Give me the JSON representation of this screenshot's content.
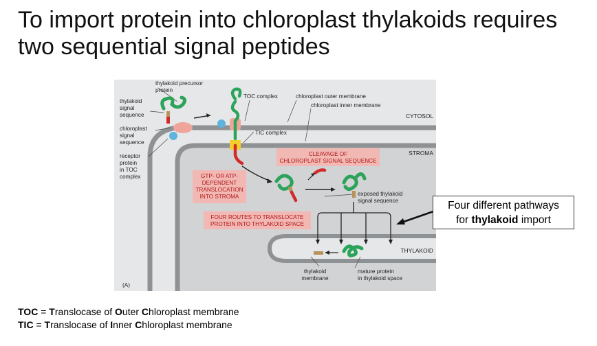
{
  "title": {
    "line1": "To import protein into chloroplast thylakoids requires",
    "line2": "two sequential signal peptides"
  },
  "figure": {
    "panel_label": "(A)",
    "labels": {
      "thylakoid_precursor_protein": [
        "thylakoid precursor",
        "protein"
      ],
      "thylakoid_signal_sequence": [
        "thylakoid",
        "signal",
        "sequence"
      ],
      "chloroplast_signal_sequence": [
        "chloroplast",
        "signal",
        "sequence"
      ],
      "receptor_protein": [
        "receptor",
        "protein",
        "in TOC",
        "complex"
      ],
      "toc_complex": "TOC complex",
      "tic_complex": "TIC complex",
      "outer_membrane": "chloroplast outer membrane",
      "inner_membrane": "chloroplast inner membrane",
      "cytosol": "CYTOSOL",
      "stroma": "STROMA",
      "thylakoid": "THYLAKOID",
      "exposed_thylakoid_signal": [
        "exposed thylakoid",
        "signal sequence"
      ],
      "thylakoid_membrane": [
        "thylakoid",
        "membrane"
      ],
      "mature_protein": [
        "mature protein",
        "in thylakoid space"
      ]
    },
    "boxes": {
      "cleavage": [
        "CLEAVAGE OF",
        "CHLOROPLAST SIGNAL SEQUENCE"
      ],
      "translocation": [
        "GTP- OR ATP-",
        "DEPENDENT",
        "TRANSLOCATION",
        "INTO STROMA"
      ],
      "four_routes": [
        "FOUR ROUTES TO TRANSLOCATE",
        "PROTEIN INTO THYLAKOID SPACE"
      ]
    },
    "colors": {
      "membrane": "#8f9294",
      "background": "#e6e7e8",
      "interior": "#d2d3d5",
      "box": "#f2b8b4",
      "box_text": "#b01818",
      "protein": "#2ca35a",
      "signal_red": "#d12a2a",
      "signal_tan": "#b7925a",
      "receptor": "#5fb3de",
      "toc": "#f0a59a",
      "tic": "#f2cf2a"
    }
  },
  "callout": {
    "line1": "Four different pathways",
    "line2_pre": "for ",
    "line2_bold": "thylakoid",
    "line2_post": " import"
  },
  "definitions": [
    {
      "abbr": "TOC",
      "eq": " = ",
      "parts": [
        [
          "T",
          "ranslocase of "
        ],
        [
          "O",
          "uter "
        ],
        [
          "C",
          "hloroplast membrane"
        ]
      ]
    },
    {
      "abbr": "TIC",
      "eq": " = ",
      "parts": [
        [
          "T",
          "ranslocase of "
        ],
        [
          "I",
          "nner "
        ],
        [
          "C",
          "hloroplast membrane"
        ]
      ]
    }
  ]
}
